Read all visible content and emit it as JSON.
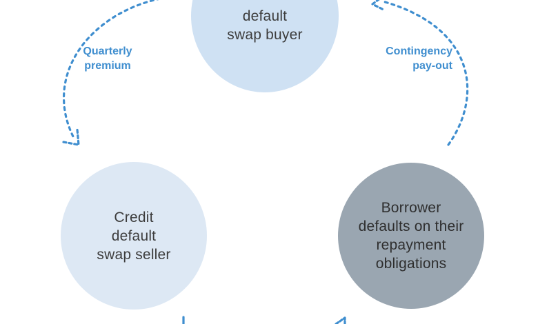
{
  "nodes": {
    "buyer": {
      "lines": [
        "default",
        "swap buyer"
      ]
    },
    "seller": {
      "lines": [
        "Credit",
        "default",
        "swap seller"
      ]
    },
    "borrower": {
      "lines": [
        "Borrower",
        "defaults on their",
        "repayment",
        "obligations"
      ]
    }
  },
  "edges": {
    "premium": {
      "lines": [
        "Quarterly",
        "premium"
      ]
    },
    "contingency": {
      "lines": [
        "Contingency",
        "pay-out"
      ]
    }
  },
  "colors": {
    "arrow": "#3f8ecf",
    "buyer_fill": "#cfe1f3",
    "seller_fill": "#dde8f4",
    "borrower_fill": "#9aa6b1"
  }
}
